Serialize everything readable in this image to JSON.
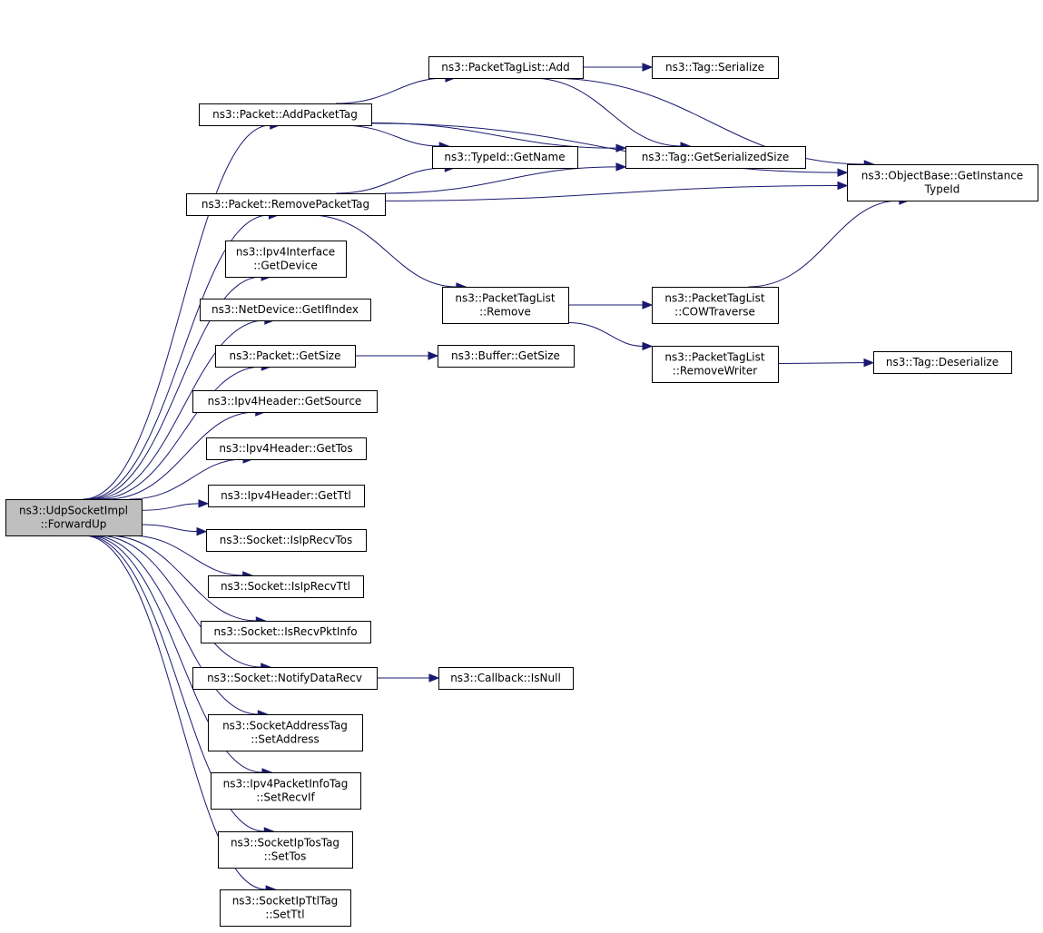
{
  "root": [
    "ns3::UdpSocketImpl",
    "::ForwardUp"
  ],
  "nodes": {
    "addPacketTag": [
      "ns3::Packet::AddPacketTag"
    ],
    "removePacketTag": [
      "ns3::Packet::RemovePacketTag"
    ],
    "ipv4IfaceGetDevice": [
      "ns3::Ipv4Interface",
      "::GetDevice"
    ],
    "netDeviceGetIfIndex": [
      "ns3::NetDevice::GetIfIndex"
    ],
    "packetGetSize": [
      "ns3::Packet::GetSize"
    ],
    "ipv4GetSource": [
      "ns3::Ipv4Header::GetSource"
    ],
    "ipv4GetTos": [
      "ns3::Ipv4Header::GetTos"
    ],
    "ipv4GetTtl": [
      "ns3::Ipv4Header::GetTtl"
    ],
    "isIpRecvTos": [
      "ns3::Socket::IsIpRecvTos"
    ],
    "isIpRecvTtl": [
      "ns3::Socket::IsIpRecvTtl"
    ],
    "isRecvPktInfo": [
      "ns3::Socket::IsRecvPktInfo"
    ],
    "notifyDataRecv": [
      "ns3::Socket::NotifyDataRecv"
    ],
    "setAddress": [
      "ns3::SocketAddressTag",
      "::SetAddress"
    ],
    "setRecvIf": [
      "ns3::Ipv4PacketInfoTag",
      "::SetRecvIf"
    ],
    "setTos": [
      "ns3::SocketIpTosTag",
      "::SetTos"
    ],
    "setTtl": [
      "ns3::SocketIpTtlTag",
      "::SetTtl"
    ],
    "tagListAdd": [
      "ns3::PacketTagList::Add"
    ],
    "typeIdGetName": [
      "ns3::TypeId::GetName"
    ],
    "tagListRemove": [
      "ns3::PacketTagList",
      "::Remove"
    ],
    "bufferGetSize": [
      "ns3::Buffer::GetSize"
    ],
    "callbackIsNull": [
      "ns3::Callback::IsNull"
    ],
    "tagSerialize": [
      "ns3::Tag::Serialize"
    ],
    "tagGetSerializedSize": [
      "ns3::Tag::GetSerializedSize"
    ],
    "cowTraverse": [
      "ns3::PacketTagList",
      "::COWTraverse"
    ],
    "removeWriter": [
      "ns3::PacketTagList",
      "::RemoveWriter"
    ],
    "getInstanceTypeId": [
      "ns3::ObjectBase::GetInstance",
      "TypeId"
    ],
    "tagDeserialize": [
      "ns3::Tag::Deserialize"
    ]
  },
  "edges": [
    [
      "root",
      "addPacketTag"
    ],
    [
      "root",
      "removePacketTag"
    ],
    [
      "root",
      "ipv4IfaceGetDevice"
    ],
    [
      "root",
      "netDeviceGetIfIndex"
    ],
    [
      "root",
      "packetGetSize"
    ],
    [
      "root",
      "ipv4GetSource"
    ],
    [
      "root",
      "ipv4GetTos"
    ],
    [
      "root",
      "ipv4GetTtl"
    ],
    [
      "root",
      "isIpRecvTos"
    ],
    [
      "root",
      "isIpRecvTtl"
    ],
    [
      "root",
      "isRecvPktInfo"
    ],
    [
      "root",
      "notifyDataRecv"
    ],
    [
      "root",
      "setAddress"
    ],
    [
      "root",
      "setRecvIf"
    ],
    [
      "root",
      "setTos"
    ],
    [
      "root",
      "setTtl"
    ],
    [
      "addPacketTag",
      "tagListAdd"
    ],
    [
      "addPacketTag",
      "typeIdGetName"
    ],
    [
      "addPacketTag",
      "tagGetSerializedSize"
    ],
    [
      "addPacketTag",
      "getInstanceTypeId"
    ],
    [
      "removePacketTag",
      "typeIdGetName"
    ],
    [
      "removePacketTag",
      "tagGetSerializedSize"
    ],
    [
      "removePacketTag",
      "getInstanceTypeId"
    ],
    [
      "removePacketTag",
      "tagListRemove"
    ],
    [
      "tagListAdd",
      "tagSerialize"
    ],
    [
      "tagListAdd",
      "tagGetSerializedSize"
    ],
    [
      "tagListAdd",
      "getInstanceTypeId"
    ],
    [
      "tagListRemove",
      "cowTraverse"
    ],
    [
      "tagListRemove",
      "removeWriter"
    ],
    [
      "cowTraverse",
      "getInstanceTypeId"
    ],
    [
      "removeWriter",
      "tagDeserialize"
    ],
    [
      "packetGetSize",
      "bufferGetSize"
    ],
    [
      "notifyDataRecv",
      "callbackIsNull"
    ]
  ]
}
